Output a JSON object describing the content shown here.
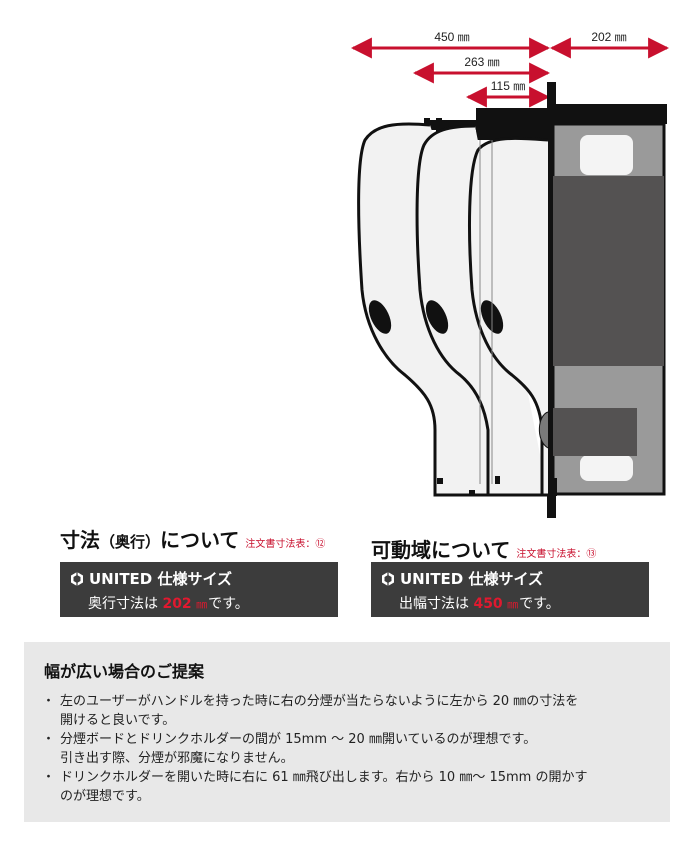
{
  "dimensions": {
    "d450": "450 ㎜",
    "d202": "202 ㎜",
    "d263": "263 ㎜",
    "d115": "115 ㎜"
  },
  "colors": {
    "accent_red": "#c8102e",
    "dim_red": "#c8102e",
    "box_dark": "#3c3c3c",
    "panel_grey": "#e8e8e8"
  },
  "depth_section": {
    "title_a": "寸法",
    "title_paren": "（奥行）",
    "title_b": "について",
    "ref": "注文書寸法表：⑫",
    "brand": "UNITED 仕様サイズ",
    "line_prefix": "奥行寸法は",
    "value": "202",
    "unit": "㎜",
    "line_suffix": "です。",
    "brand_icon": "united-logo-icon"
  },
  "range_section": {
    "title": "可動域について",
    "ref": "注文書寸法表：⑬",
    "brand": "UNITED 仕様サイズ",
    "line_prefix": "出幅寸法は",
    "value": "450",
    "unit": "㎜",
    "line_suffix": "です。",
    "brand_icon": "united-logo-icon"
  },
  "proposal": {
    "heading": "幅が広い場合のご提案",
    "items": [
      {
        "line1": "左のユーザーがハンドルを持った時に右の分煙が当たらないように左から 20 ㎜の寸法を",
        "line2": "開けると良いです。"
      },
      {
        "line1": "分煙ボードとドリンクホルダーの間が 15mm ～ 20 ㎜開いているのが理想です。",
        "line2": "引き出す際、分煙が邪魔になりません。"
      },
      {
        "line1": "ドリンクホルダーを開いた時に右に 61 ㎜飛び出します。右から 10 ㎜～ 15mm の開かす",
        "line2": "のが理想です。"
      }
    ]
  }
}
